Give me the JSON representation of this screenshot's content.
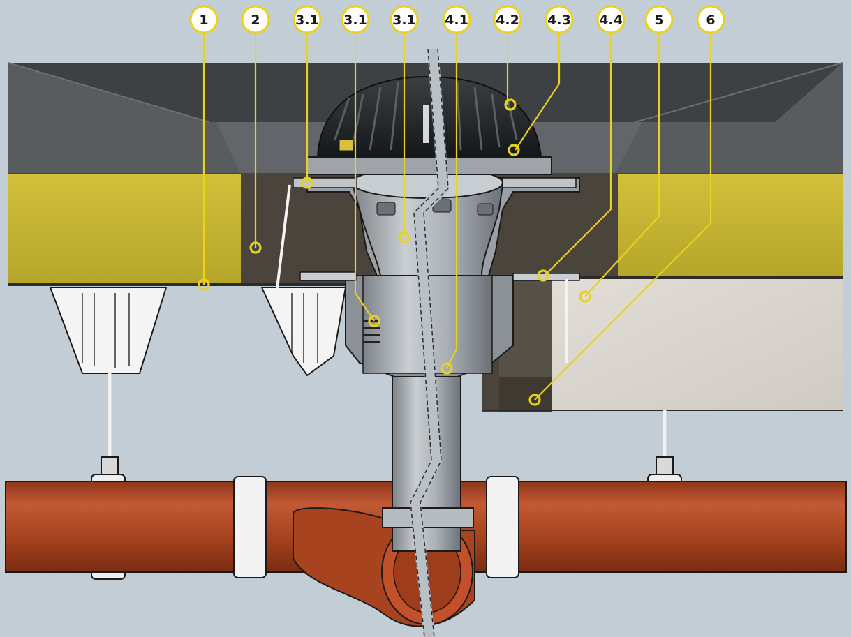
{
  "diagram": {
    "callouts": [
      {
        "label": "1"
      },
      {
        "label": "2"
      },
      {
        "label": "3.1"
      },
      {
        "label": "3.1"
      },
      {
        "label": "3.1"
      },
      {
        "label": "4.1"
      },
      {
        "label": "4.2"
      },
      {
        "label": "4.3"
      },
      {
        "label": "4.4"
      },
      {
        "label": "5"
      },
      {
        "label": "6"
      }
    ],
    "colors": {
      "background": "#c3cdd6",
      "accent_yellow": "#e8d21e",
      "insulation": "#c8b72f",
      "pipe": "#b04a28",
      "concrete": "#dad6cf",
      "membrane": "#5b5b5b",
      "filler": "#4a443c"
    }
  }
}
